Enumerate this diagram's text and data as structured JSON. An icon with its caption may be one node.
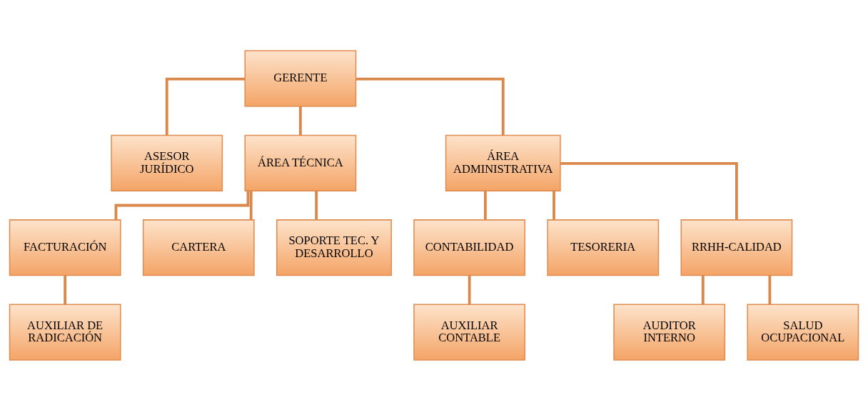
{
  "diagram": {
    "nodes": [
      {
        "text": [
          "GERENTE"
        ]
      },
      {
        "text": [
          "ASESOR JURÍDICO"
        ]
      },
      {
        "text": [
          "ÁREA TÉCNICA"
        ]
      },
      {
        "text": [
          "ÁREA ADMINISTRATIVA"
        ]
      },
      {
        "text": [
          "FACTURACIÓN"
        ]
      },
      {
        "text": [
          "CARTERA"
        ]
      },
      {
        "text": [
          "SOPORTE TEC. Y DESARROLLO"
        ]
      },
      {
        "text": [
          "CONTABILIDAD"
        ]
      },
      {
        "text": [
          "TESORERIA"
        ]
      },
      {
        "text": [
          "RRHH-CALIDAD"
        ]
      },
      {
        "text": [
          "AUXILIAR DE RADICACIÓN"
        ]
      },
      {
        "text": [
          "AUXILIAR CONTABLE"
        ]
      },
      {
        "text": [
          "AUDITOR INTERNO"
        ]
      },
      {
        "text": [
          "SALUD OCUPACIONAL"
        ]
      }
    ],
    "edges": [
      {
        "from": 0,
        "to": 1,
        "arrow": "none"
      },
      {
        "from": 0,
        "to": 2,
        "arrow": "none"
      },
      {
        "from": 0,
        "to": 3,
        "arrow": "none"
      },
      {
        "from": 2,
        "to": 4,
        "arrow": "none"
      },
      {
        "from": 2,
        "to": 5,
        "arrow": "none"
      },
      {
        "from": 2,
        "to": 6,
        "arrow": "none"
      },
      {
        "from": 3,
        "to": 7,
        "arrow": "none"
      },
      {
        "from": 3,
        "to": 8,
        "arrow": "none"
      },
      {
        "from": 3,
        "to": 9,
        "arrow": "none"
      },
      {
        "from": 4,
        "to": 10,
        "arrow": "none"
      },
      {
        "from": 7,
        "to": 11,
        "arrow": "none"
      },
      {
        "from": 9,
        "to": 12,
        "arrow": "none"
      },
      {
        "from": 9,
        "to": 13,
        "arrow": "none"
      }
    ]
  }
}
